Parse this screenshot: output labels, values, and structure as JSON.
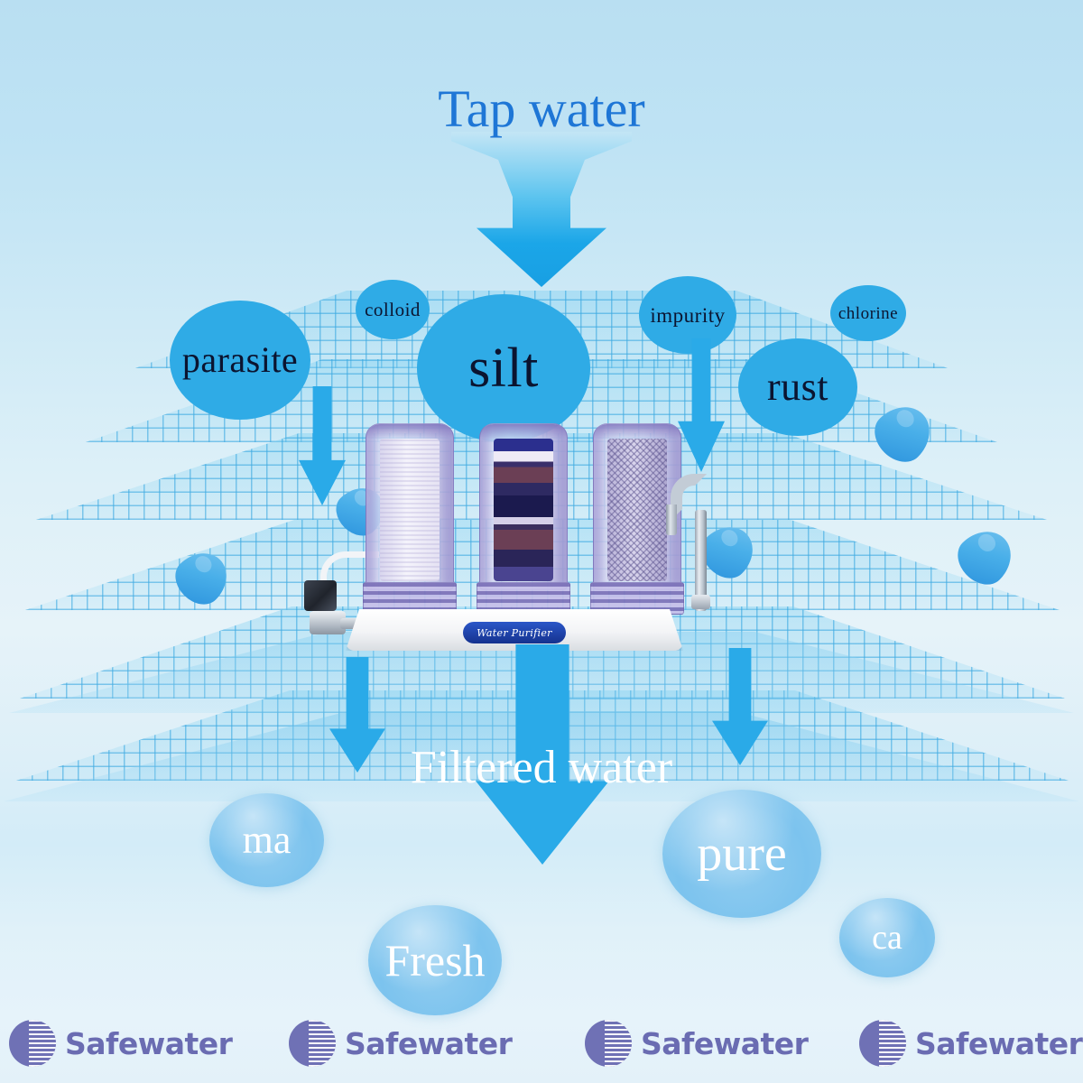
{
  "headings": {
    "top": "Tap water",
    "bottom": "Filtered water"
  },
  "contaminants": [
    {
      "label": "parasite",
      "key": "parasite"
    },
    {
      "label": "colloid",
      "key": "colloid"
    },
    {
      "label": "silt",
      "key": "silt"
    },
    {
      "label": "impurity",
      "key": "impurity"
    },
    {
      "label": "chlorine",
      "key": "chlorine"
    },
    {
      "label": "rust",
      "key": "rust"
    }
  ],
  "clean_qualities": [
    {
      "label": "ma",
      "key": "ma"
    },
    {
      "label": "pure",
      "key": "pure"
    },
    {
      "label": "Fresh",
      "key": "fresh"
    },
    {
      "label": "ca",
      "key": "ca"
    }
  ],
  "product": {
    "badge_text": "Water Purifier",
    "stage_count": 3
  },
  "brand": {
    "name": "Safewater",
    "repeat_count": 4,
    "logo_icon": "striped-circle-icon"
  },
  "colors": {
    "accent_blue": "#2aaae8",
    "bubble_blue": "#2fabe6",
    "heading_blue": "#1e76d6",
    "heading_white": "#ffffff",
    "brand_purple": "#6a6cb2",
    "background_top": "#b9dff2",
    "background_bottom": "#e3f1f9"
  }
}
